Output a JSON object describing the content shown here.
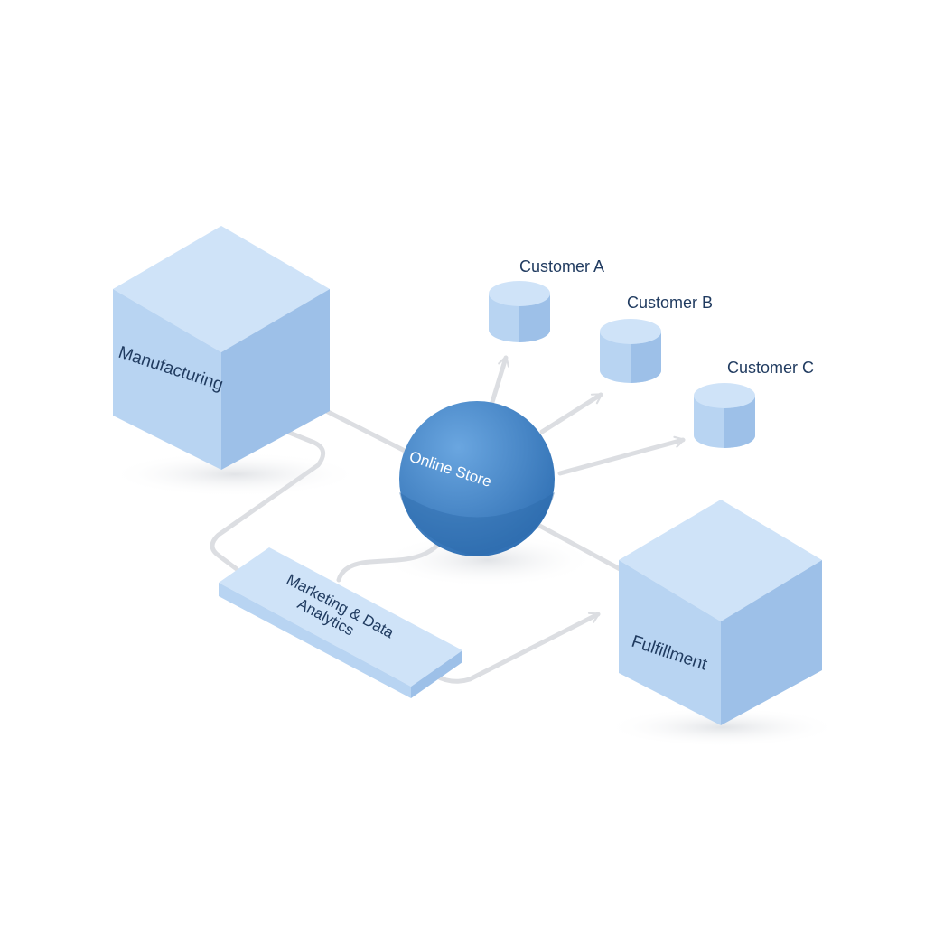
{
  "colors": {
    "background": "#ffffff",
    "block_top": "#cfe3f8",
    "block_left": "#b8d4f2",
    "block_right": "#9dc0e8",
    "sphere_light": "#5c9ad8",
    "sphere_dark": "#2f6fb3",
    "connector": "#dcdee2",
    "label_dark": "#1f3a5f",
    "label_light": "#ffffff"
  },
  "nodes": {
    "manufacturing": {
      "label": "Manufacturing",
      "shape": "cube"
    },
    "online_store": {
      "label": "Online Store",
      "shape": "sphere"
    },
    "marketing": {
      "label_line1": "Marketing & Data",
      "label_line2": "Analytics",
      "shape": "slab"
    },
    "fulfillment": {
      "label": "Fulfillment",
      "shape": "cube"
    },
    "customer_a": {
      "label": "Customer A",
      "shape": "cylinder"
    },
    "customer_b": {
      "label": "Customer B",
      "shape": "cylinder"
    },
    "customer_c": {
      "label": "Customer C",
      "shape": "cylinder"
    }
  },
  "edges": [
    {
      "from": "manufacturing",
      "to": "online_store"
    },
    {
      "from": "manufacturing",
      "to": "marketing"
    },
    {
      "from": "online_store",
      "to": "customer_a"
    },
    {
      "from": "online_store",
      "to": "customer_b"
    },
    {
      "from": "online_store",
      "to": "customer_c"
    },
    {
      "from": "online_store",
      "to": "fulfillment"
    },
    {
      "from": "online_store",
      "to": "marketing"
    },
    {
      "from": "marketing",
      "to": "fulfillment"
    }
  ]
}
